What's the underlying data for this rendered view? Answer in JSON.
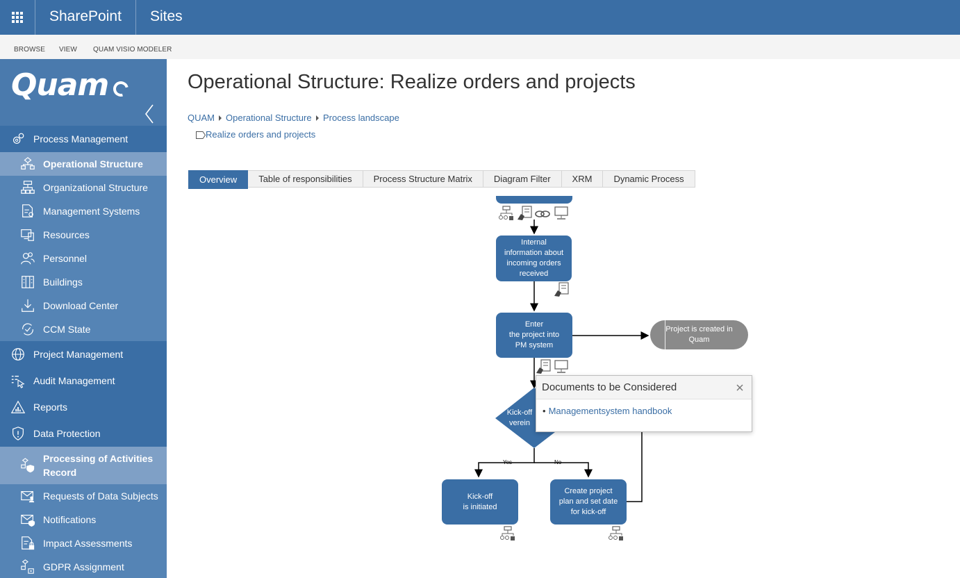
{
  "suite": {
    "brand": "SharePoint",
    "sites_link": "Sites"
  },
  "ribbon": {
    "tabs": [
      "BROWSE",
      "VIEW",
      "QUAM VISIO MODELER"
    ]
  },
  "sidebar": {
    "logo_text": "Quam",
    "items": [
      {
        "label": "Process Management",
        "level": "top",
        "icon": "gears-icon"
      },
      {
        "label": "Operational Structure",
        "level": "sub",
        "active": true,
        "icon": "flowchart-icon"
      },
      {
        "label": "Organizational Structure",
        "level": "sub",
        "icon": "org-chart-icon"
      },
      {
        "label": "Management Systems",
        "level": "sub",
        "icon": "document-icon"
      },
      {
        "label": "Resources",
        "level": "sub",
        "icon": "devices-icon"
      },
      {
        "label": "Personnel",
        "level": "sub",
        "icon": "people-icon"
      },
      {
        "label": "Buildings",
        "level": "sub",
        "icon": "building-icon"
      },
      {
        "label": "Download Center",
        "level": "sub",
        "icon": "download-icon"
      },
      {
        "label": "CCM State",
        "level": "sub",
        "icon": "cycle-icon"
      },
      {
        "label": "Project Management",
        "level": "top",
        "icon": "globe-icon"
      },
      {
        "label": "Audit Management",
        "level": "top",
        "icon": "list-cursor-icon"
      },
      {
        "label": "Reports",
        "level": "top",
        "icon": "chart-warning-icon"
      },
      {
        "label": "Data Protection",
        "level": "top",
        "icon": "shield-icon"
      },
      {
        "label": "Processing of Activities Record",
        "level": "sub",
        "active": true,
        "icon": "flow-shield-icon"
      },
      {
        "label": "Requests of Data Subjects",
        "level": "sub",
        "icon": "mail-person-icon"
      },
      {
        "label": "Notifications",
        "level": "sub",
        "icon": "mail-shield-icon"
      },
      {
        "label": "Impact Assessments",
        "level": "sub",
        "icon": "document-lock-icon"
      },
      {
        "label": "GDPR Assignment",
        "level": "sub",
        "icon": "flow-lock-icon"
      }
    ]
  },
  "main": {
    "title": "Operational Structure: Realize orders and projects",
    "breadcrumb": [
      "QUAM",
      "Operational Structure",
      "Process landscape"
    ],
    "breadcrumb_current": "Realize orders and projects",
    "tabs": [
      "Overview",
      "Table of responsibilities",
      "Process Structure Matrix",
      "Diagram Filter",
      "XRM",
      "Dynamic Process"
    ],
    "active_tab": "Overview"
  },
  "diagram": {
    "nodes": {
      "internal_info": "Internal\ninformation about\nincoming orders\nreceived",
      "enter_project": "Enter\nthe project into\nPM system",
      "decision": "Kick-off\nverein",
      "kickoff": "Kick-off\nis initiated",
      "create_plan": "Create project\nplan and set date\nfor kick-off"
    },
    "event": "Project is created in\nQuam",
    "edge_labels": {
      "yes": "Yes",
      "no": "No"
    }
  },
  "popup": {
    "title": "Documents to be Considered",
    "link": "Managementsystem handbook"
  },
  "colors": {
    "suite_bar": "#3a6ea5",
    "sidebar": "#4a7aad",
    "sidebar_sub": "#5584b5",
    "sidebar_active": "#7fa0c6",
    "node": "#3a6ea5",
    "event": "#8a8a8a"
  }
}
